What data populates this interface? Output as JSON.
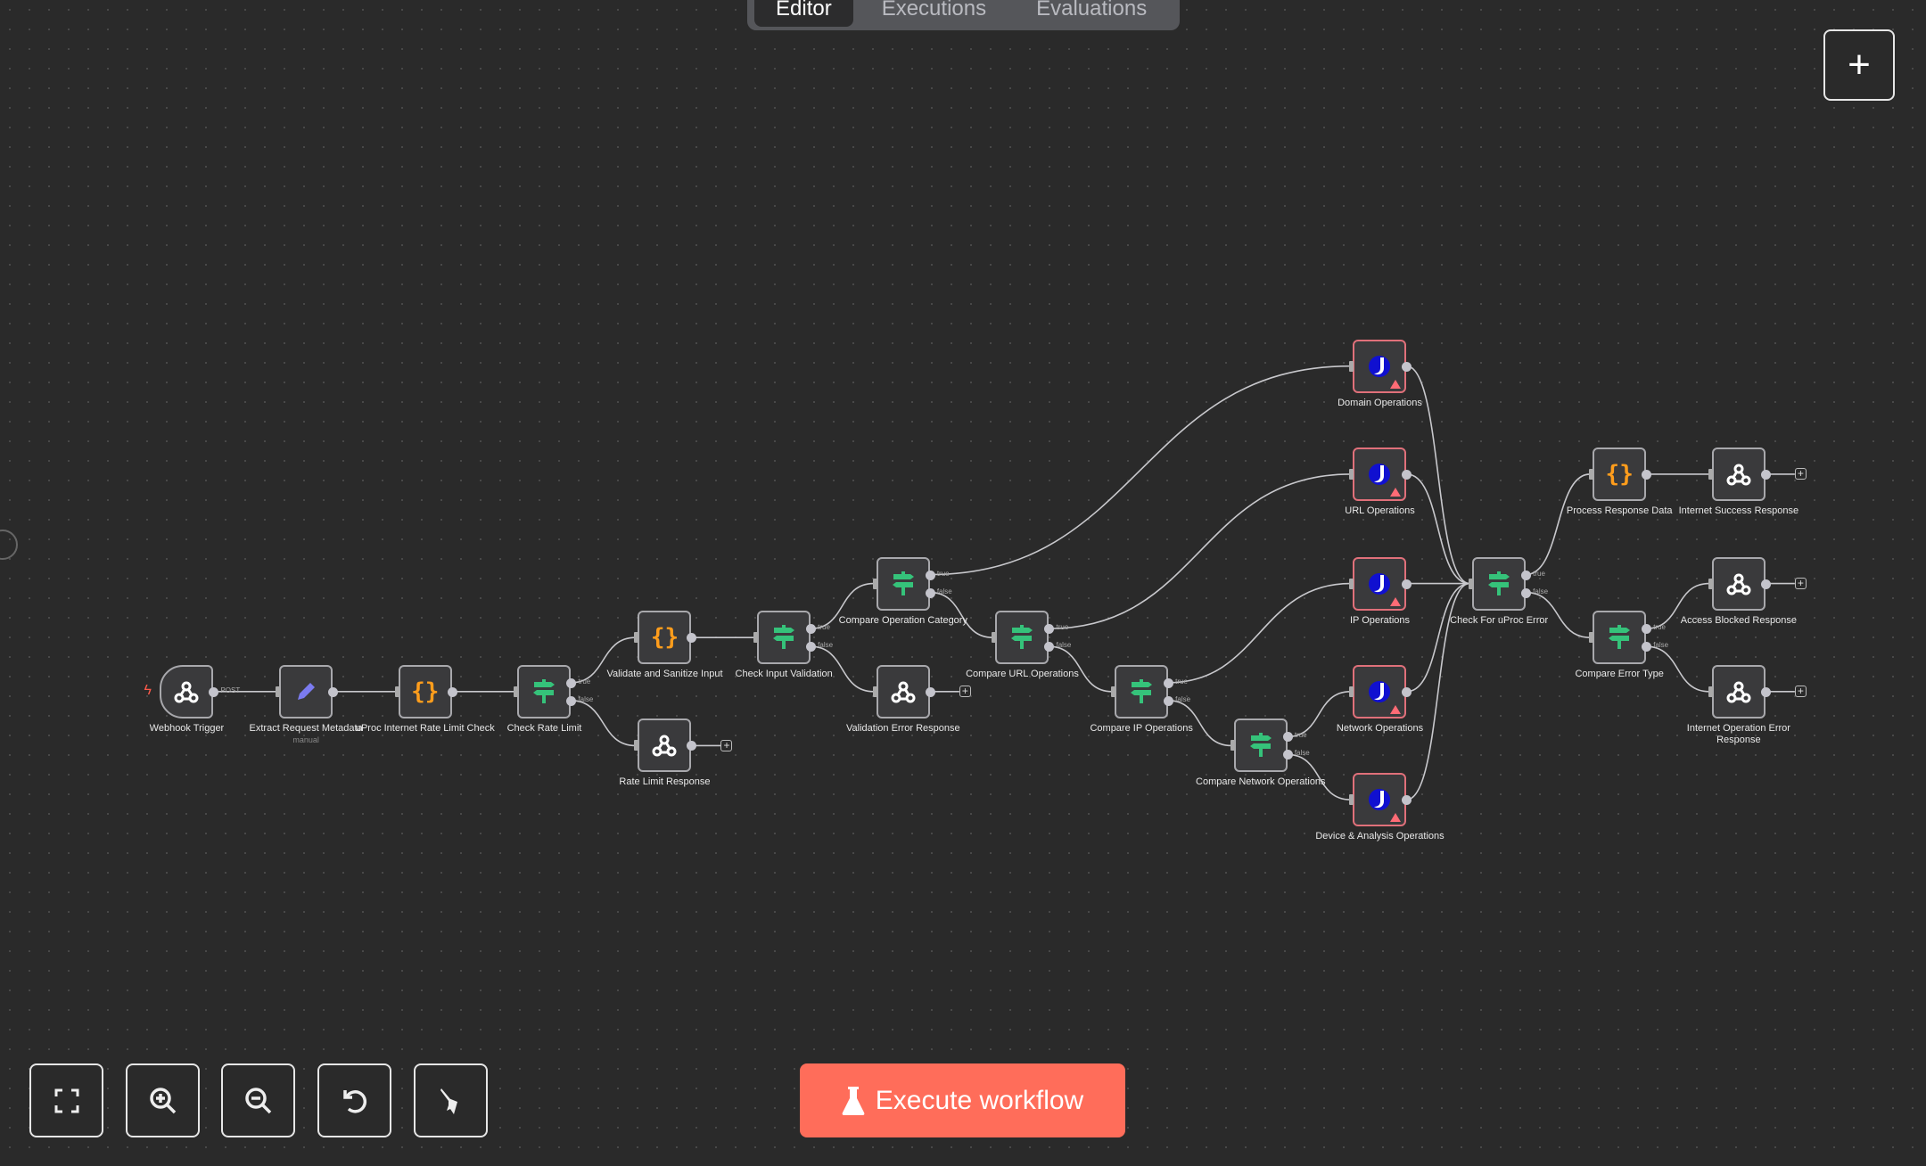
{
  "tabs": [
    {
      "label": "Editor",
      "active": true
    },
    {
      "label": "Executions",
      "active": false
    },
    {
      "label": "Evaluations",
      "active": false
    }
  ],
  "add_button": {
    "icon": "plus-icon",
    "label": "+"
  },
  "colors": {
    "accent": "#ff6d5a",
    "if_icon": "#35c27a",
    "code_icon": "#ff9d1c",
    "set_icon": "#7b7bf0",
    "uproc_border": "#e0707a",
    "warning": "#ff6b75"
  },
  "nodes": [
    {
      "label": "Webhook Trigger",
      "type": "webhook",
      "trigger": true,
      "output_label": "POST"
    },
    {
      "label": "Extract Request Metadata",
      "type": "set",
      "subtitle": "manual"
    },
    {
      "label": "uProc Internet Rate Limit Check",
      "type": "code"
    },
    {
      "label": "Check Rate Limit",
      "type": "if",
      "outputs": [
        "true",
        "false"
      ]
    },
    {
      "label": "Validate and Sanitize Input",
      "type": "code"
    },
    {
      "label": "Rate Limit Response",
      "type": "webhook"
    },
    {
      "label": "Check Input Validation",
      "type": "if",
      "outputs": [
        "true",
        "false"
      ]
    },
    {
      "label": "Compare Operation Category",
      "type": "if",
      "outputs": [
        "true",
        "false"
      ]
    },
    {
      "label": "Validation Error Response",
      "type": "webhook"
    },
    {
      "label": "Compare URL Operations",
      "type": "if",
      "outputs": [
        "true",
        "false"
      ]
    },
    {
      "label": "Compare IP Operations",
      "type": "if",
      "outputs": [
        "true",
        "false"
      ]
    },
    {
      "label": "Compare Network Operations",
      "type": "if",
      "outputs": [
        "true",
        "false"
      ]
    },
    {
      "label": "Domain Operations",
      "type": "uproc",
      "warning": true
    },
    {
      "label": "URL Operations",
      "type": "uproc",
      "warning": true
    },
    {
      "label": "IP Operations",
      "type": "uproc",
      "warning": true
    },
    {
      "label": "Network Operations",
      "type": "uproc",
      "warning": true
    },
    {
      "label": "Device & Analysis Operations",
      "type": "uproc",
      "warning": true
    },
    {
      "label": "Check For uProc Error",
      "type": "if",
      "outputs": [
        "true",
        "false"
      ]
    },
    {
      "label": "Process Response Data",
      "type": "code"
    },
    {
      "label": "Compare Error Type",
      "type": "if",
      "outputs": [
        "true",
        "false"
      ]
    },
    {
      "label": "Internet Success Response",
      "type": "webhook"
    },
    {
      "label": "Access Blocked Response",
      "type": "webhook"
    },
    {
      "label": "Internet Operation Error Response",
      "type": "webhook"
    }
  ],
  "connections": [
    [
      0,
      0,
      1
    ],
    [
      1,
      0,
      2
    ],
    [
      2,
      0,
      3
    ],
    [
      3,
      0,
      4
    ],
    [
      3,
      1,
      5
    ],
    [
      4,
      0,
      6
    ],
    [
      6,
      0,
      7
    ],
    [
      6,
      1,
      8
    ],
    [
      7,
      0,
      12
    ],
    [
      7,
      1,
      9
    ],
    [
      9,
      0,
      13
    ],
    [
      9,
      1,
      10
    ],
    [
      10,
      0,
      14
    ],
    [
      10,
      1,
      11
    ],
    [
      11,
      0,
      15
    ],
    [
      11,
      1,
      16
    ],
    [
      12,
      0,
      17
    ],
    [
      13,
      0,
      17
    ],
    [
      14,
      0,
      17
    ],
    [
      15,
      0,
      17
    ],
    [
      16,
      0,
      17
    ],
    [
      17,
      0,
      18
    ],
    [
      17,
      1,
      19
    ],
    [
      18,
      0,
      20
    ],
    [
      19,
      0,
      21
    ],
    [
      19,
      1,
      22
    ]
  ],
  "open_ends": [
    5,
    8,
    20,
    21,
    22
  ],
  "controls": [
    {
      "name": "fit-view-button",
      "icon": "fit-view-icon"
    },
    {
      "name": "zoom-in-button",
      "icon": "zoom-in-icon"
    },
    {
      "name": "zoom-out-button",
      "icon": "zoom-out-icon"
    },
    {
      "name": "reset-zoom-button",
      "icon": "undo-icon"
    },
    {
      "name": "tidy-up-button",
      "icon": "broom-icon"
    }
  ],
  "execute": {
    "label": "Execute workflow",
    "icon": "flask-icon"
  }
}
